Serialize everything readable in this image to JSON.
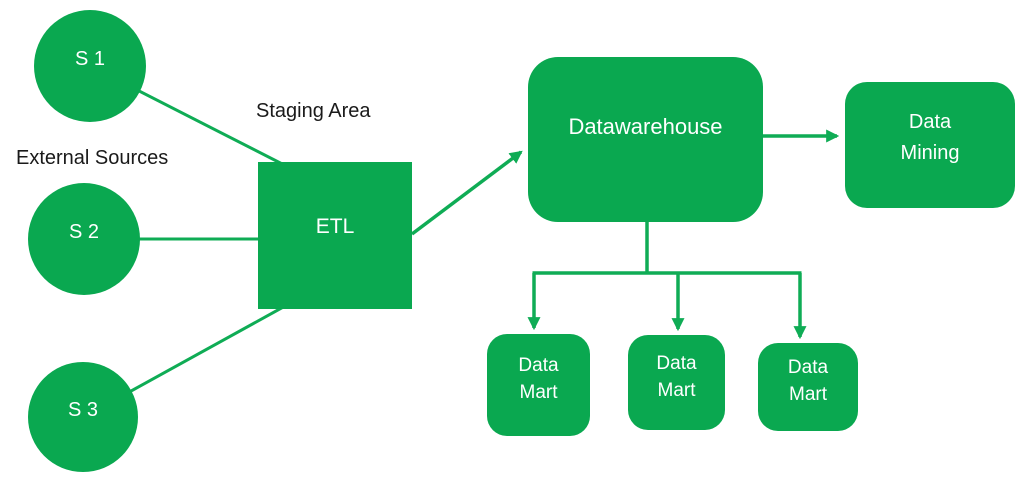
{
  "diagram": {
    "type": "data-warehouse-architecture-flow",
    "labels": {
      "staging_area": "Staging Area",
      "external_sources": "External Sources"
    },
    "nodes": {
      "s1": "S 1",
      "s2": "S 2",
      "s3": "S 3",
      "etl": "ETL",
      "datawarehouse": "Datawarehouse",
      "data_mining": "Data Mining",
      "data_mart_1": "Data Mart",
      "data_mart_2": "Data Mart",
      "data_mart_3": "Data Mart"
    },
    "edges": [
      {
        "from": "S 1",
        "to": "ETL",
        "arrow": false
      },
      {
        "from": "S 2",
        "to": "ETL",
        "arrow": false
      },
      {
        "from": "S 3",
        "to": "ETL",
        "arrow": false
      },
      {
        "from": "ETL",
        "to": "Datawarehouse",
        "arrow": true
      },
      {
        "from": "Datawarehouse",
        "to": "Data Mining",
        "arrow": true
      },
      {
        "from": "Datawarehouse",
        "to": "Data Mart 1",
        "arrow": true
      },
      {
        "from": "Datawarehouse",
        "to": "Data Mart 2",
        "arrow": true
      },
      {
        "from": "Datawarehouse",
        "to": "Data Mart 3",
        "arrow": true
      }
    ],
    "colors": {
      "shape_fill": "#0aa850",
      "connector": "#0fac55",
      "shape_text": "#ffffff",
      "label_text": "#1a1a1a",
      "background": "#ffffff"
    }
  }
}
